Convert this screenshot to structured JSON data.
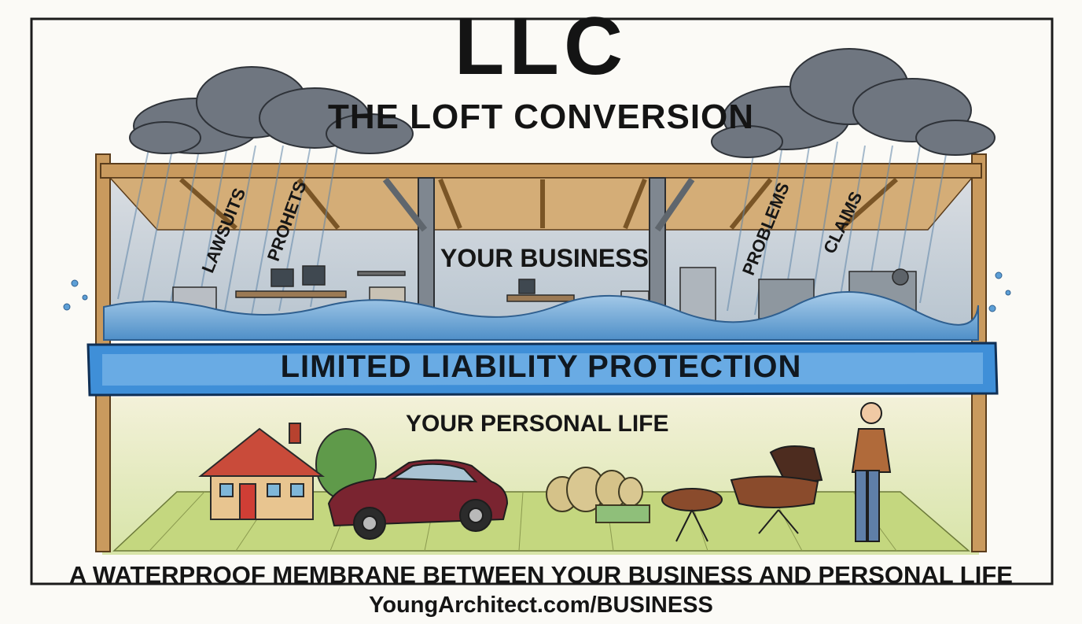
{
  "heading": {
    "title": "LLC",
    "subtitle": "THE LOFT CONVERSION"
  },
  "upper_floor": {
    "label": "YOUR BUSINESS",
    "threats": [
      "LAWSUITS",
      "PROHETS",
      "PROBLEMS",
      "CLAIMS"
    ]
  },
  "membrane": {
    "label": "LIMITED LIABILITY PROTECTION"
  },
  "lower_floor": {
    "label": "YOUR PERSONAL LIFE"
  },
  "caption": "A WATERPROOF MEMBRANE BETWEEN YOUR BUSINESS AND PERSONAL LIFE",
  "website": "YoungArchitect.com/BUSINESS",
  "colors": {
    "water": "#5d9fd6",
    "banner": "#3f8fd8",
    "floor_green": "#c9dc92",
    "wood": "#c99a5e",
    "cloud": "#6f7680"
  },
  "icons": [
    "storm-cloud-icon",
    "rain-icon",
    "house-icon",
    "car-icon",
    "money-bags-icon",
    "lounge-chair-icon",
    "woman-figure-icon",
    "desk-icon",
    "filing-cabinet-icon",
    "machine-icon"
  ]
}
